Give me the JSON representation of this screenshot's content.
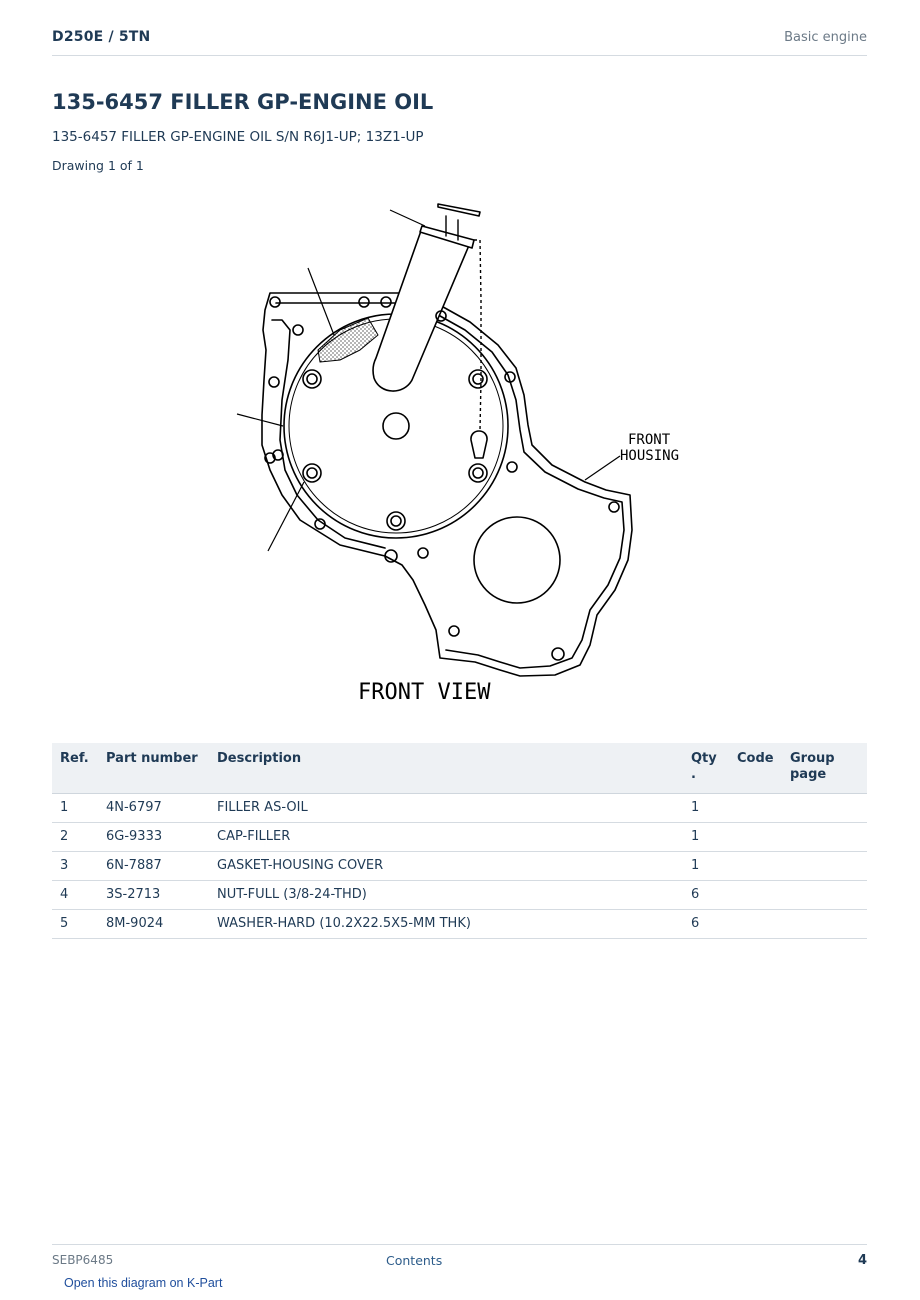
{
  "header": {
    "model": "D250E  /  5TN",
    "section": "Basic engine"
  },
  "title": "135-6457 FILLER GP-ENGINE OIL",
  "subtitle": "135-6457 FILLER GP-ENGINE OIL S/N R6J1-UP; 13Z1-UP",
  "drawing_count": "Drawing 1 of 1",
  "diagram": {
    "label_front_housing_1": "FRONT",
    "label_front_housing_2": "HOUSING",
    "view_title": "FRONT VIEW"
  },
  "table": {
    "headers": {
      "ref": "Ref.",
      "part_number": "Part number",
      "description": "Description",
      "qty_1": "Qty",
      "qty_2": ".",
      "code": "Code",
      "group_page_1": "Group",
      "group_page_2": "page"
    },
    "rows": [
      {
        "ref": "1",
        "part_number": "4N-6797",
        "description": "FILLER AS-OIL",
        "qty": "1",
        "code": "",
        "group_page": ""
      },
      {
        "ref": "2",
        "part_number": "6G-9333",
        "description": "CAP-FILLER",
        "qty": "1",
        "code": "",
        "group_page": ""
      },
      {
        "ref": "3",
        "part_number": "6N-7887",
        "description": "GASKET-HOUSING COVER",
        "qty": "1",
        "code": "",
        "group_page": ""
      },
      {
        "ref": "4",
        "part_number": "3S-2713",
        "description": "NUT-FULL (3/8-24-THD)",
        "qty": "6",
        "code": "",
        "group_page": ""
      },
      {
        "ref": "5",
        "part_number": "8M-9024",
        "description": "WASHER-HARD (10.2X22.5X5-MM THK)",
        "qty": "6",
        "code": "",
        "group_page": ""
      }
    ]
  },
  "footer": {
    "doc_code": "SEBP6485",
    "contents_link": "Contents",
    "page_number": "4"
  },
  "kpart_link": "Open this diagram on K-Part"
}
